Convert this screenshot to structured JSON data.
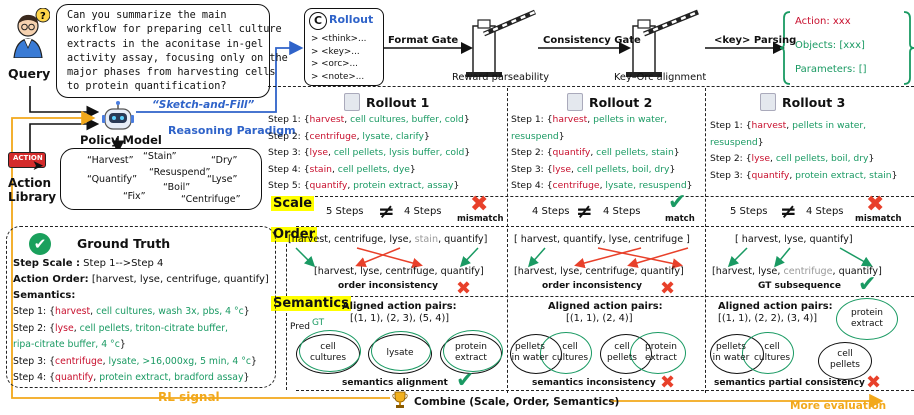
{
  "query": {
    "label": "Query",
    "text": [
      "Can you summarize the main",
      "workflow for preparing cell culture",
      "extracts in the aconitase in-gel",
      "activity assay, focusing only on the",
      "major phases from harvesting cells",
      "to protein quantification?"
    ]
  },
  "policy": {
    "label": "Policy Model",
    "sketch": "“Sketch-and-Fill”",
    "paradigm": "Reasoning Paradigm"
  },
  "library": {
    "badge": "ACTION",
    "label": "Action Library",
    "words": [
      "“Harvest”",
      "“Stain”",
      "“Dry”",
      "“Resuspend”",
      "“Quantify”",
      "“Lyse”",
      "“Boil”",
      "“Fix”",
      "“Centrifuge”"
    ]
  },
  "rollout_box": {
    "badge": "C",
    "title": "Rollout",
    "lines": [
      "> <think>...",
      "> <key>...",
      "> <orc>...",
      "> <note>..."
    ],
    "format_gate": "Format Gate",
    "reward_parse": "Reward parseability",
    "consistency_gate": "Consistency Gate",
    "key_orc": "Key–Orc alignment",
    "key_parsing": "<key> Parsing",
    "action": "Action: xxx",
    "objects": "Objects: [xxx]",
    "parameters": "Parameters: []"
  },
  "ground_truth": {
    "title": "Ground Truth",
    "scale_label": "Step Scale :",
    "scale_val": "Step 1-->Step 4",
    "order_label": "Action Order:",
    "order_val": "[harvest, lyse, centrifuge, quantify]",
    "semantics_label": "Semantics:",
    "s1_pre": "Step 1: {",
    "s1_a": "harvest",
    "s1_o": "cell cultures, wash 3x, pbs, 4 °c",
    "s1_end": "}",
    "s2_pre": "Step 2: {",
    "s2_a": "lyse",
    "s2_o": "cell pellets, triton-citrate buffer,",
    "s2_o2": "ripa-citrate buffer, 4 °c",
    "s2_end": "}",
    "s3_pre": "Step 3: {",
    "s3_a": "centrifuge",
    "s3_o": "lysate, >16,000xg, 5 min, 4 °c",
    "s3_end": "}",
    "s4_pre": "Step 4: {",
    "s4_a": "quantify",
    "s4_o": "protein extract, bradford assay",
    "s4_end": "}"
  },
  "rl_signal": "RL signal",
  "sections": {
    "scale": "Scale",
    "order": "Order",
    "semantics": "Semantics"
  },
  "rollouts": [
    {
      "title": "Rollout 1",
      "scale": {
        "left": "5 Steps",
        "right": "4 Steps",
        "result": "mismatch"
      },
      "order_top": "[harvest, centrifuge, lyse, stain, quantify]",
      "order_bottom": "[harvest, lyse, centrifuge, quantify]",
      "order_result": "order inconsistency",
      "pairs_title": "Aligned action pairs:",
      "pairs": "[(1, 1), (2, 3), (5, 4)]",
      "sem_result": "semantics alignment"
    },
    {
      "title": "Rollout 2",
      "scale": {
        "left": "4 Steps",
        "right": "4 Steps",
        "result": "match"
      },
      "order_top": "[ harvest, quantify, lyse, centrifuge ]",
      "order_bottom": "[harvest, lyse, centrifuge, quantify]",
      "order_result": "order inconsistency",
      "pairs_title": "Aligned action pairs:",
      "pairs": "[(1, 1), (2, 4)]",
      "sem_result": "semantics inconsistency"
    },
    {
      "title": "Rollout 3",
      "scale": {
        "left": "5 Steps",
        "right": "4 Steps",
        "result": "mismatch"
      },
      "order_top": "[ harvest, lyse, quantify]",
      "order_bottom": "[harvest, lyse, centrifuge, quantify]",
      "order_result": "GT subsequence",
      "pairs_title": "Aligned action pairs:",
      "pairs": "[(1, 1), (2, 2), (3, 4)]",
      "sem_result": "semantics partial consistency"
    }
  ],
  "r1": {
    "s1p": "Step 1: {",
    "s1a": "harvest",
    "s1o": "cell cultures, buffer, cold",
    "s2p": "Step 2: {",
    "s2a": "centrifuge",
    "s2o": "lysate, clarify",
    "s3p": "Step 3: {",
    "s3a": "lyse",
    "s3o": "cell pellets, lysis buffer, cold",
    "s4p": "Step 4: {",
    "s4a": "stain",
    "s4o": "cell pellets, dye",
    "s5p": "Step 5: {",
    "s5a": "quantify",
    "s5o": "protein extract, assay"
  },
  "r2": {
    "s1p": "Step 1: {",
    "s1a": "harvest",
    "s1o": "pellets in water,",
    "s1o2": "resuspend",
    "s2p": "Step 2: {",
    "s2a": "quantify",
    "s2o": "cell pellets, stain",
    "s3p": "Step 3: {",
    "s3a": "lyse",
    "s3o": "cell pellets, boil, dry",
    "s4p": "Step 4: {",
    "s4a": "centrifuge",
    "s4o": "lysate, resuspend"
  },
  "r3": {
    "s1p": "Step 1: {",
    "s1a": "harvest",
    "s1o": "pellets in water,",
    "s1o2": "resuspend",
    "s2p": "Step 2: {",
    "s2a": "lyse",
    "s2o": "cell pellets, boil, dry",
    "s3p": "Step 3: {",
    "s3a": "quantify",
    "s3o": "protein extract, stain"
  },
  "order_tokens": {
    "r1_top": [
      "harvest",
      "centrifuge",
      "lyse",
      "stain",
      "quantify"
    ],
    "r3_bottom_grey": "centrifuge"
  },
  "venn": {
    "pred": "Pred",
    "gt": "GT",
    "r1": [
      "cell\ncultures",
      "lysate",
      "protein\nextract"
    ],
    "r2": [
      "pellets\nin water",
      "cell\ncultures",
      "cell\npellets",
      "protein\nextract"
    ],
    "r3": [
      "pellets\nin water",
      "cell\ncultures",
      "protein\nextract",
      "cell\npellets"
    ]
  },
  "combine": "Combine (Scale, Order, Semantics)",
  "more_eval": "More evaluation",
  "colors": {
    "accent_blue": "#2f63c9",
    "orange": "#f2a81a",
    "red": "#e8402a",
    "green": "#1a9a63",
    "action_red": "#c8102e"
  }
}
